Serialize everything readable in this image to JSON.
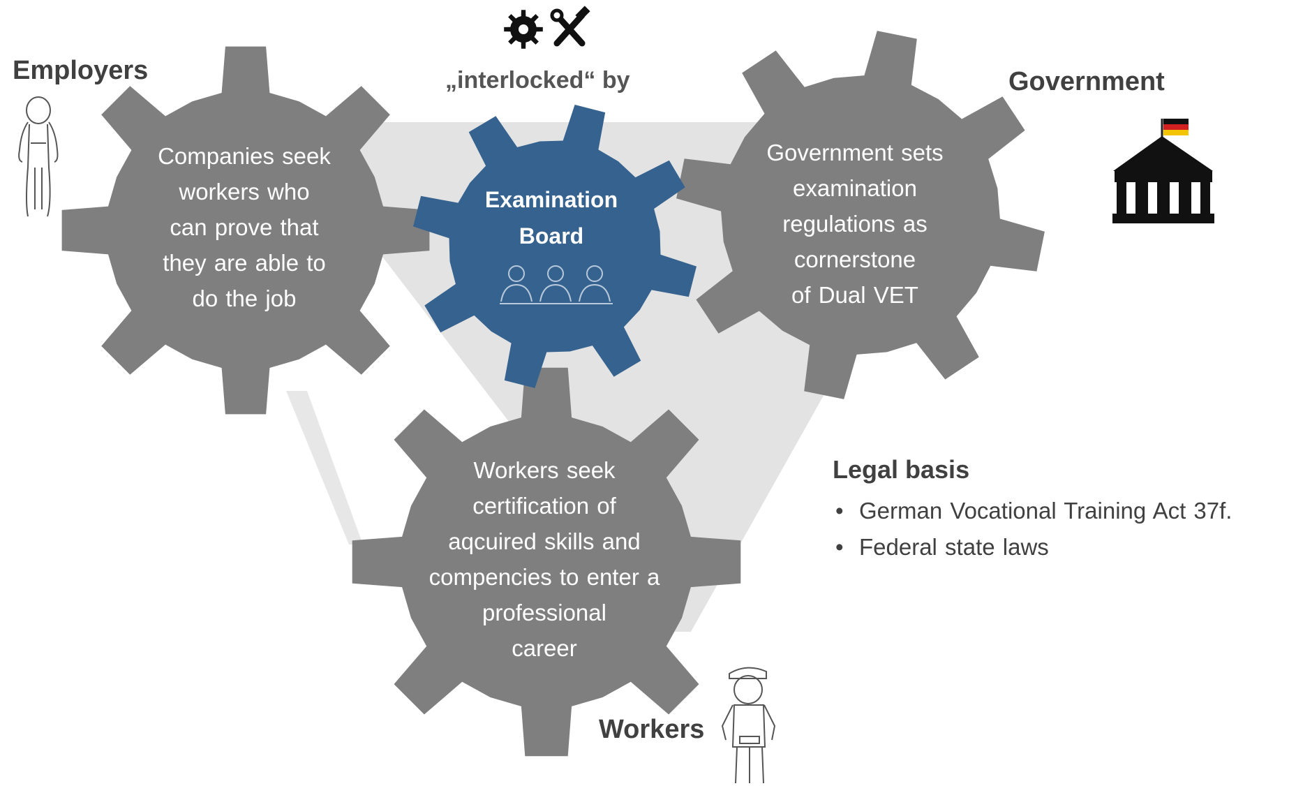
{
  "labels": {
    "employers": "Employers",
    "government": "Government",
    "workers": "Workers",
    "interlocked_by": "„interlocked“ by"
  },
  "gears": {
    "employers_text": [
      "Companies seek",
      "workers who",
      "can prove that",
      "they are able to",
      "do the job"
    ],
    "board_text": [
      "Examination",
      "Board"
    ],
    "government_text": [
      "Government sets",
      "examination",
      "regulations as",
      "cornerstone",
      "of Dual VET"
    ],
    "workers_text": [
      "Workers seek",
      "certification of",
      "aqcuired skills and",
      "compencies to enter a",
      "professional",
      "career"
    ]
  },
  "legal": {
    "title": "Legal basis",
    "items": [
      "German Vocational Training Act 37f.",
      "Federal state laws"
    ]
  },
  "colors": {
    "gear_gray": "#7f7f7f",
    "gear_blue": "#36628f",
    "triangle": "#e3e3e3",
    "text_dark": "#404040"
  },
  "icons": {
    "top": "gear-and-tools-icon",
    "employer": "person-sketch-icon",
    "government": "government-building-with-german-flag-icon",
    "worker": "worker-with-cap-sketch-icon",
    "board": "three-people-at-table-icon"
  }
}
